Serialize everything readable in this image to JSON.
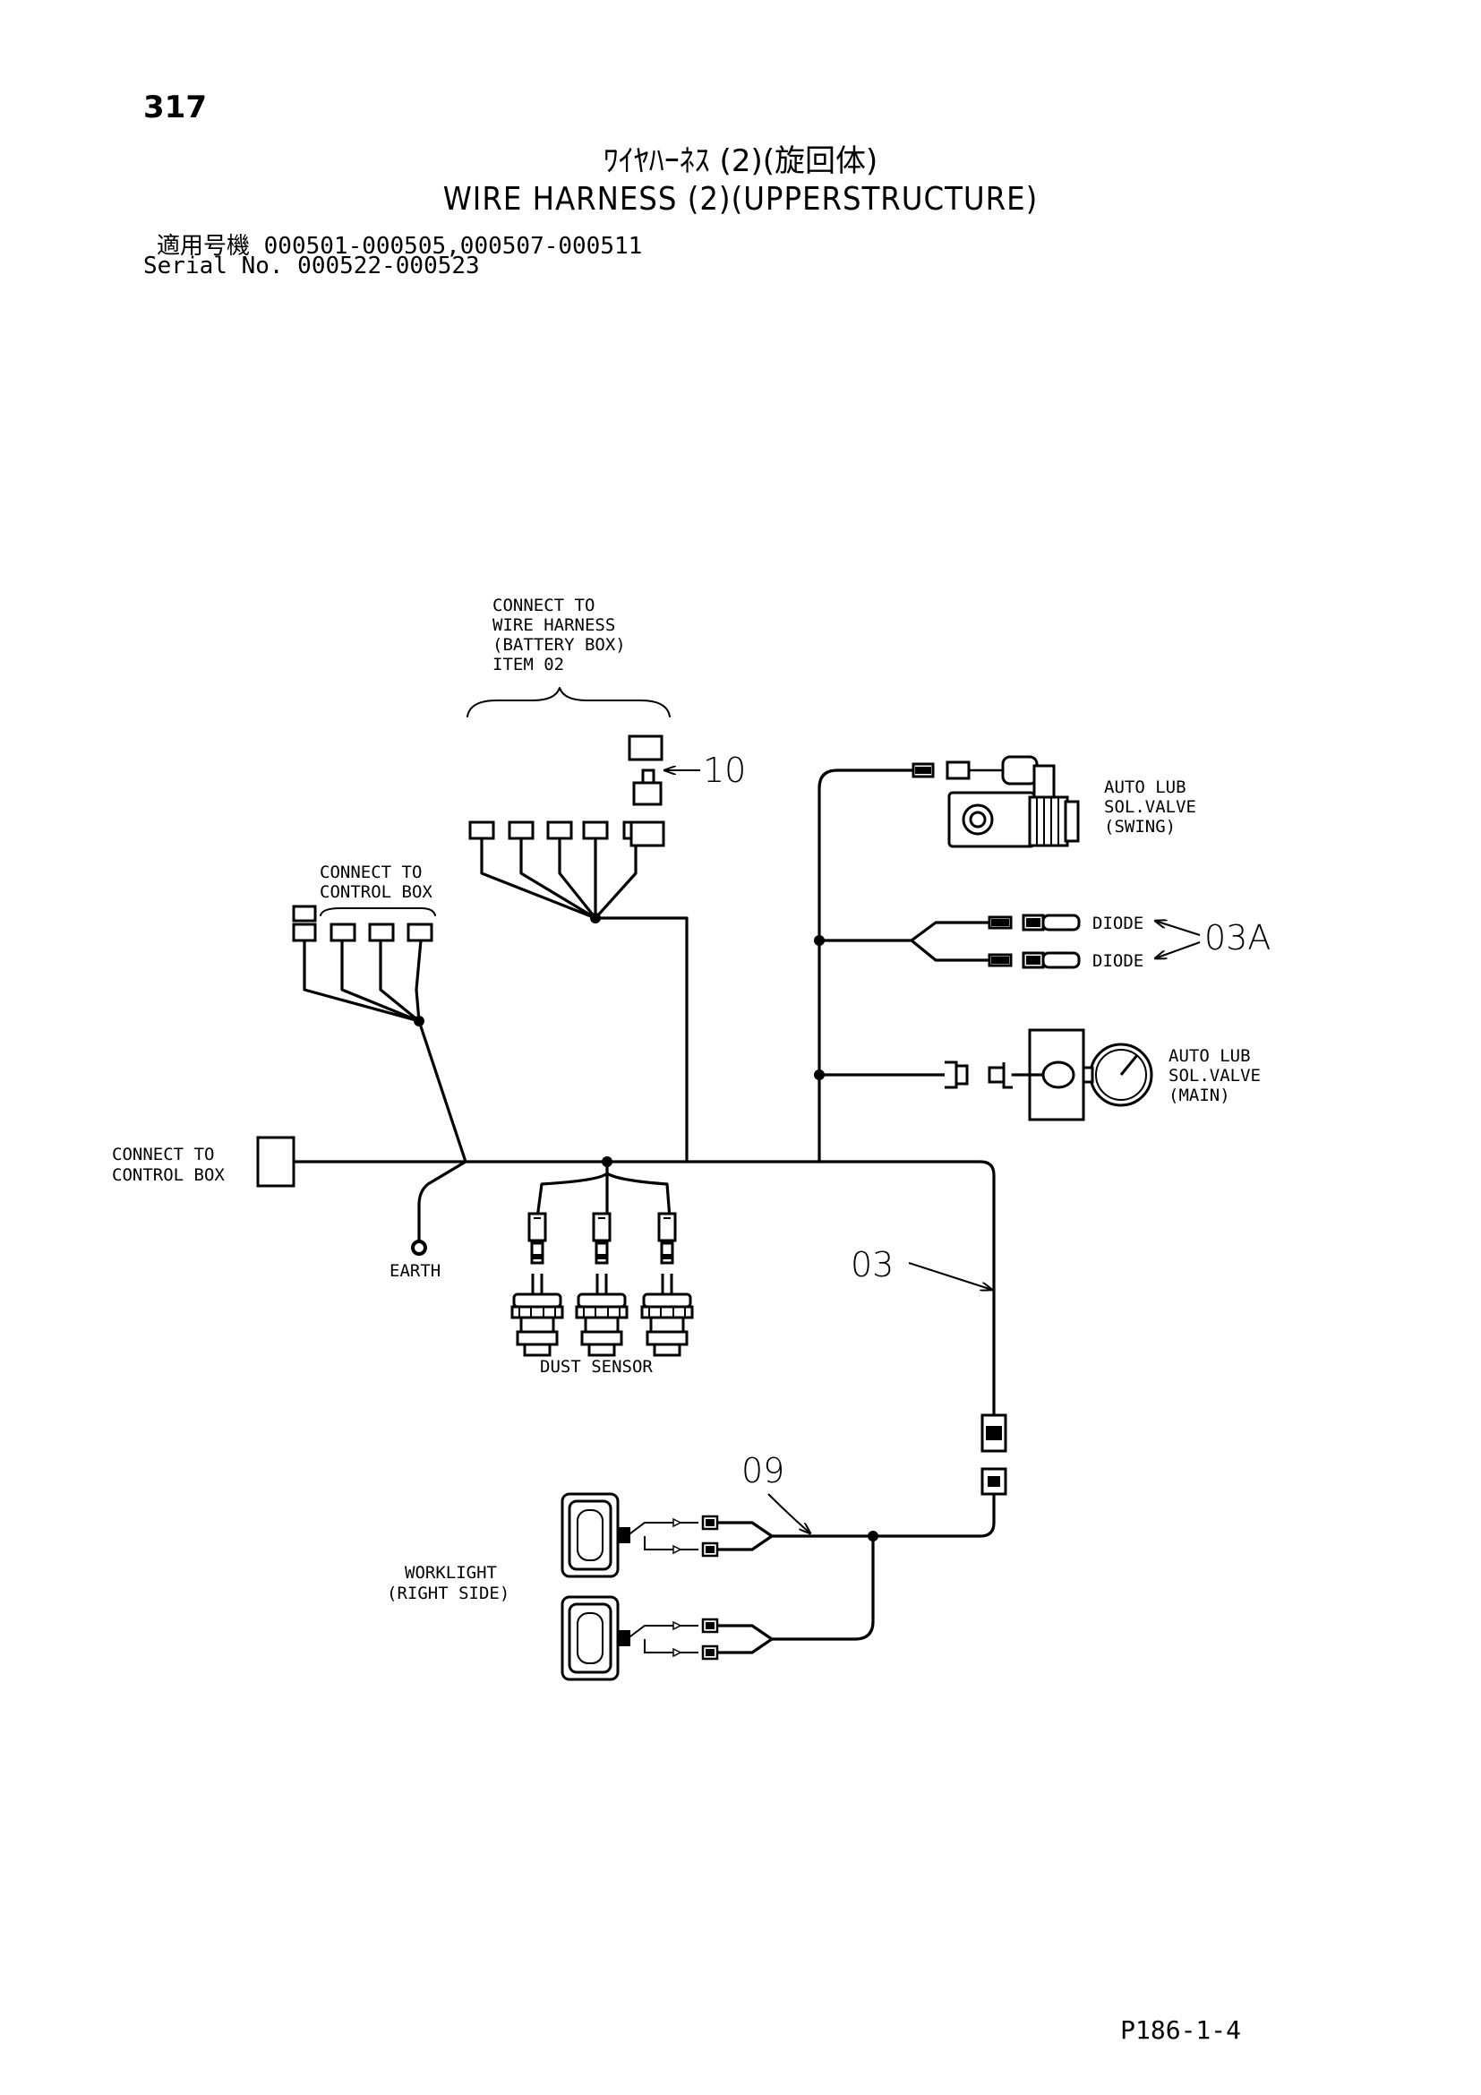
{
  "header": {
    "page_number": "317",
    "title_jp": "ﾜｲﾔﾊｰﾈｽ (2)(旋回体)",
    "title_en": "WIRE HARNESS (2)(UPPERSTRUCTURE)",
    "serial_line1": "適用号機 000501-000505,000507-000511",
    "serial_line2": "Serial No. 000522-000523"
  },
  "labels": {
    "battery_box": [
      "CONNECT TO",
      "WIRE HARNESS",
      "(BATTERY BOX)",
      "ITEM 02"
    ],
    "control_box_top": [
      "CONNECT TO",
      "CONTROL BOX"
    ],
    "control_box_left": [
      "CONNECT TO",
      "CONTROL BOX"
    ],
    "earth": "EARTH",
    "dust_sensor": "DUST SENSOR",
    "auto_lub_swing": [
      "AUTO LUB",
      "SOL.VALVE",
      "(SWING)"
    ],
    "diode_1": "DIODE",
    "diode_2": "DIODE",
    "auto_lub_main": [
      "AUTO LUB",
      "SOL.VALVE",
      "(MAIN)"
    ],
    "worklight": [
      "WORKLIGHT",
      "(RIGHT SIDE)"
    ]
  },
  "callouts": {
    "item_10": "10",
    "item_03a": "03A",
    "item_03": "03",
    "item_09": "09"
  },
  "footer": {
    "page_ref": "P186-1-4"
  }
}
